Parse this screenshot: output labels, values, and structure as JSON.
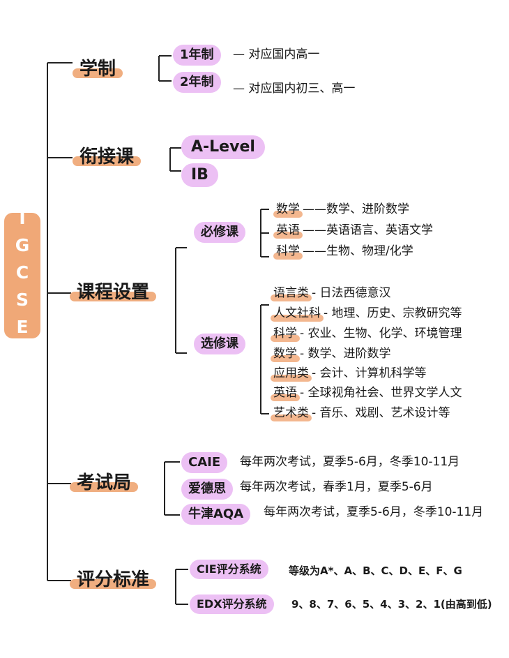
{
  "root": {
    "label": "IGCSE"
  },
  "school_system": {
    "label": "学制",
    "items": [
      {
        "label": "1年制",
        "desc": "— 对应国内高一"
      },
      {
        "label": "2年制",
        "desc": "— 对应国内初三、高一"
      }
    ]
  },
  "bridging": {
    "label": "衔接课",
    "items": [
      {
        "label": "A-Level"
      },
      {
        "label": "IB"
      }
    ]
  },
  "curriculum": {
    "label": "课程设置",
    "required": {
      "label": "必修课",
      "items": [
        {
          "subject": "数学",
          "desc": "——数学、进阶数学"
        },
        {
          "subject": "英语",
          "desc": "——英语语言、英语文学"
        },
        {
          "subject": "科学",
          "desc": "——生物、物理/化学"
        }
      ]
    },
    "elective": {
      "label": "选修课",
      "items": [
        {
          "subject": "语言类",
          "desc": "- 日法西德意汉"
        },
        {
          "subject": "人文社科",
          "desc": "- 地理、历史、宗教研究等"
        },
        {
          "subject": "科学",
          "desc": "- 农业、生物、化学、环境管理"
        },
        {
          "subject": "数学",
          "desc": "- 数学、进阶数学"
        },
        {
          "subject": "应用类",
          "desc": "- 会计、计算机科学等"
        },
        {
          "subject": "英语",
          "desc": "- 全球视角社会、世界文学人文"
        },
        {
          "subject": "艺术类",
          "desc": "- 音乐、戏剧、艺术设计等"
        }
      ]
    }
  },
  "exam_board": {
    "label": "考试局",
    "items": [
      {
        "label": "CAIE",
        "desc": "每年两次考试，夏季5-6月，冬季10-11月"
      },
      {
        "label": "爱德思",
        "desc": "每年两次考试，春季1月，夏季5-6月"
      },
      {
        "label": "牛津AQA",
        "desc": "每年两次考试，夏季5-6月，冬季10-11月"
      }
    ]
  },
  "grading": {
    "label": "评分标准",
    "items": [
      {
        "label": "CIE评分系统",
        "desc": "等级为A*、A、B、C、D、E、F、G"
      },
      {
        "label": "EDX评分系统",
        "desc": "9、8、7、6、5、4、3、2、1(由高到低)"
      }
    ]
  },
  "colors": {
    "root": "#f0a877",
    "category_band": "#f0ae80",
    "pill": "#ecc0f4",
    "tag_band": "#f3b78f",
    "line": "#222222"
  }
}
